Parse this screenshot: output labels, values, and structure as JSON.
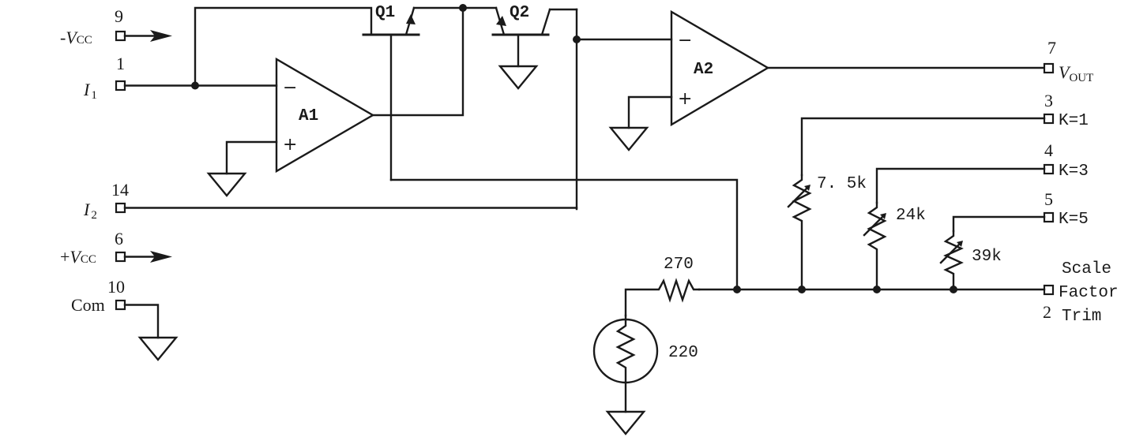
{
  "pins": {
    "vcc_neg": {
      "num": "9",
      "sign": "-",
      "v": "V",
      "sub": "CC"
    },
    "i1": {
      "num": "1",
      "name": "I",
      "sub": "1"
    },
    "i2": {
      "num": "14",
      "name": "I",
      "sub": "2"
    },
    "vcc_pos": {
      "num": "6",
      "sign": "+",
      "v": "V",
      "sub": "CC"
    },
    "com": {
      "num": "10",
      "label": "Com"
    },
    "vout": {
      "num": "7",
      "v": "V",
      "sub": "OUT"
    },
    "k1": {
      "num": "3",
      "label": "K=1"
    },
    "k3": {
      "num": "4",
      "label": "K=3"
    },
    "k5": {
      "num": "5",
      "label": "K=5"
    },
    "trim": {
      "num": "2",
      "line1": "Scale",
      "line2": "Factor",
      "line3": "Trim"
    }
  },
  "components": {
    "q1": "Q1",
    "q2": "Q2",
    "a1": "A1",
    "a2": "A2",
    "minus": "−",
    "plus": "+",
    "r_7_5k": "7. 5k",
    "r_24k": "24k",
    "r_39k": "39k",
    "r_270": "270",
    "r_220": "220"
  }
}
